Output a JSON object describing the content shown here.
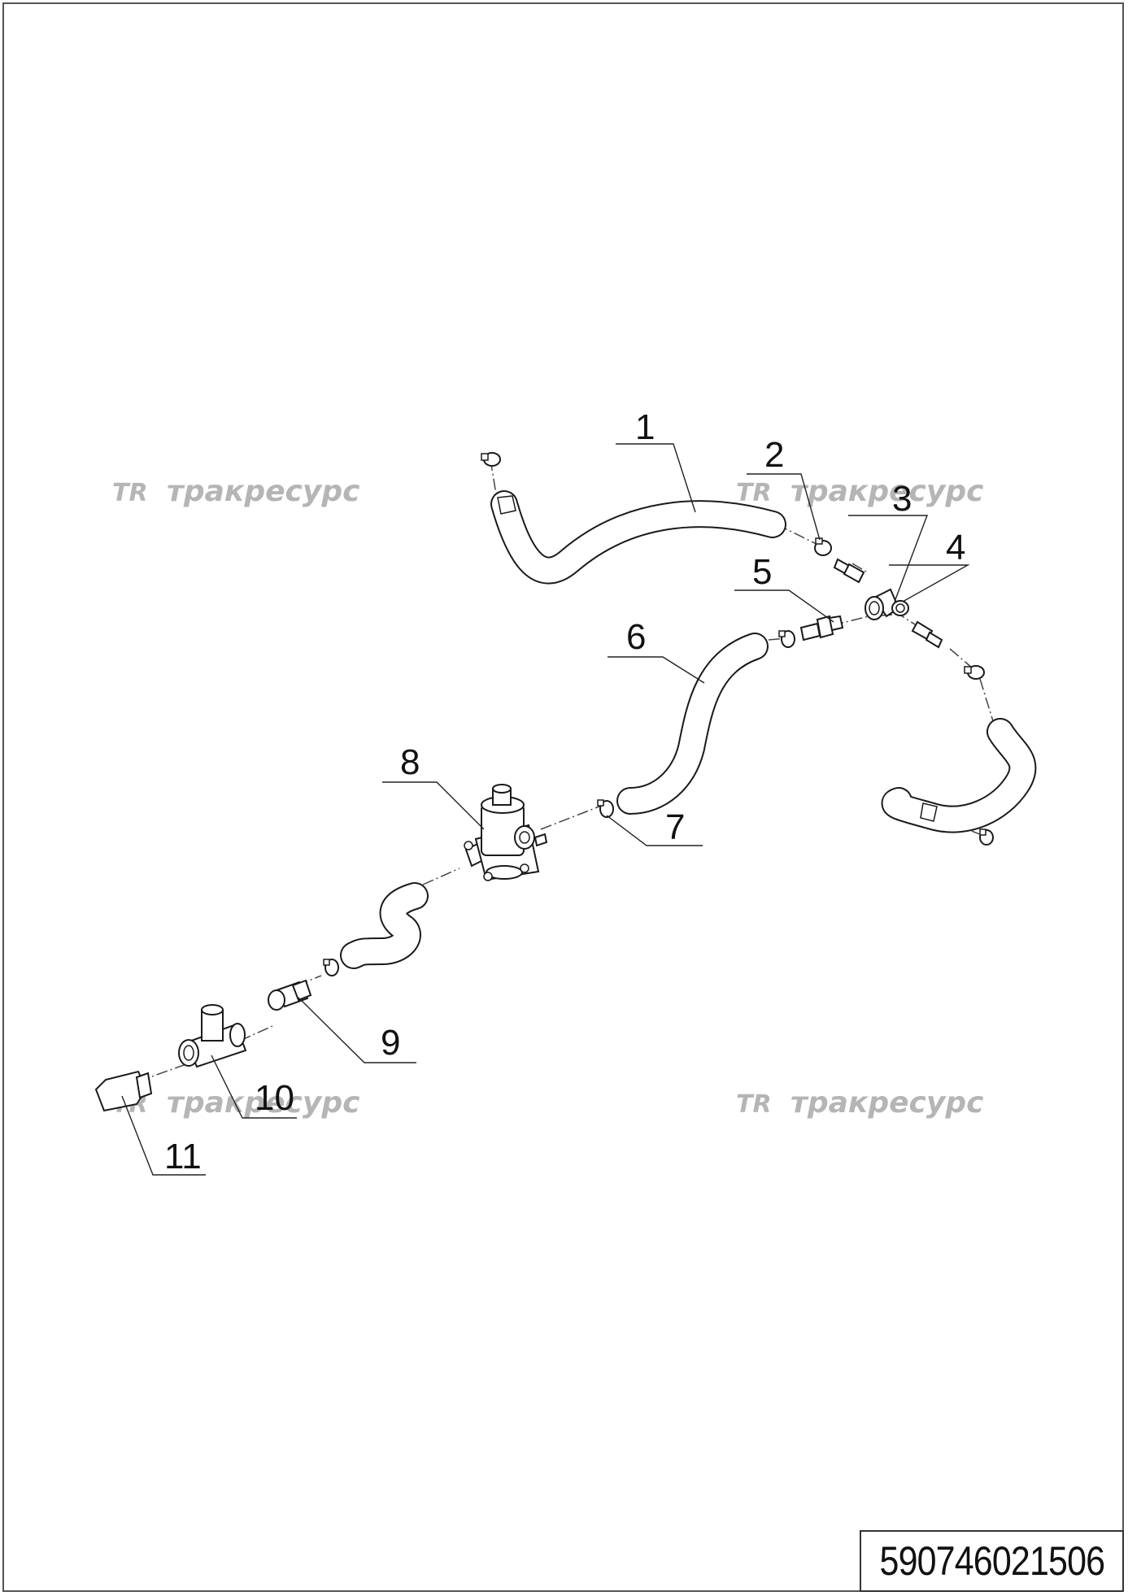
{
  "watermark": {
    "logo": "TR",
    "text": "тракресурс"
  },
  "document_number": "590746021506",
  "parts": [
    {
      "id": "part-1",
      "label": "1"
    },
    {
      "id": "part-2",
      "label": "2"
    },
    {
      "id": "part-3",
      "label": "3"
    },
    {
      "id": "part-4",
      "label": "4"
    },
    {
      "id": "part-5",
      "label": "5"
    },
    {
      "id": "part-6",
      "label": "6"
    },
    {
      "id": "part-7",
      "label": "7"
    },
    {
      "id": "part-8",
      "label": "8"
    },
    {
      "id": "part-9",
      "label": "9"
    },
    {
      "id": "part-10",
      "label": "10"
    },
    {
      "id": "part-11",
      "label": "11"
    }
  ],
  "colors": {
    "line": "#1a1a1a",
    "watermark": "#b5b5b5",
    "frame": "#555555"
  }
}
